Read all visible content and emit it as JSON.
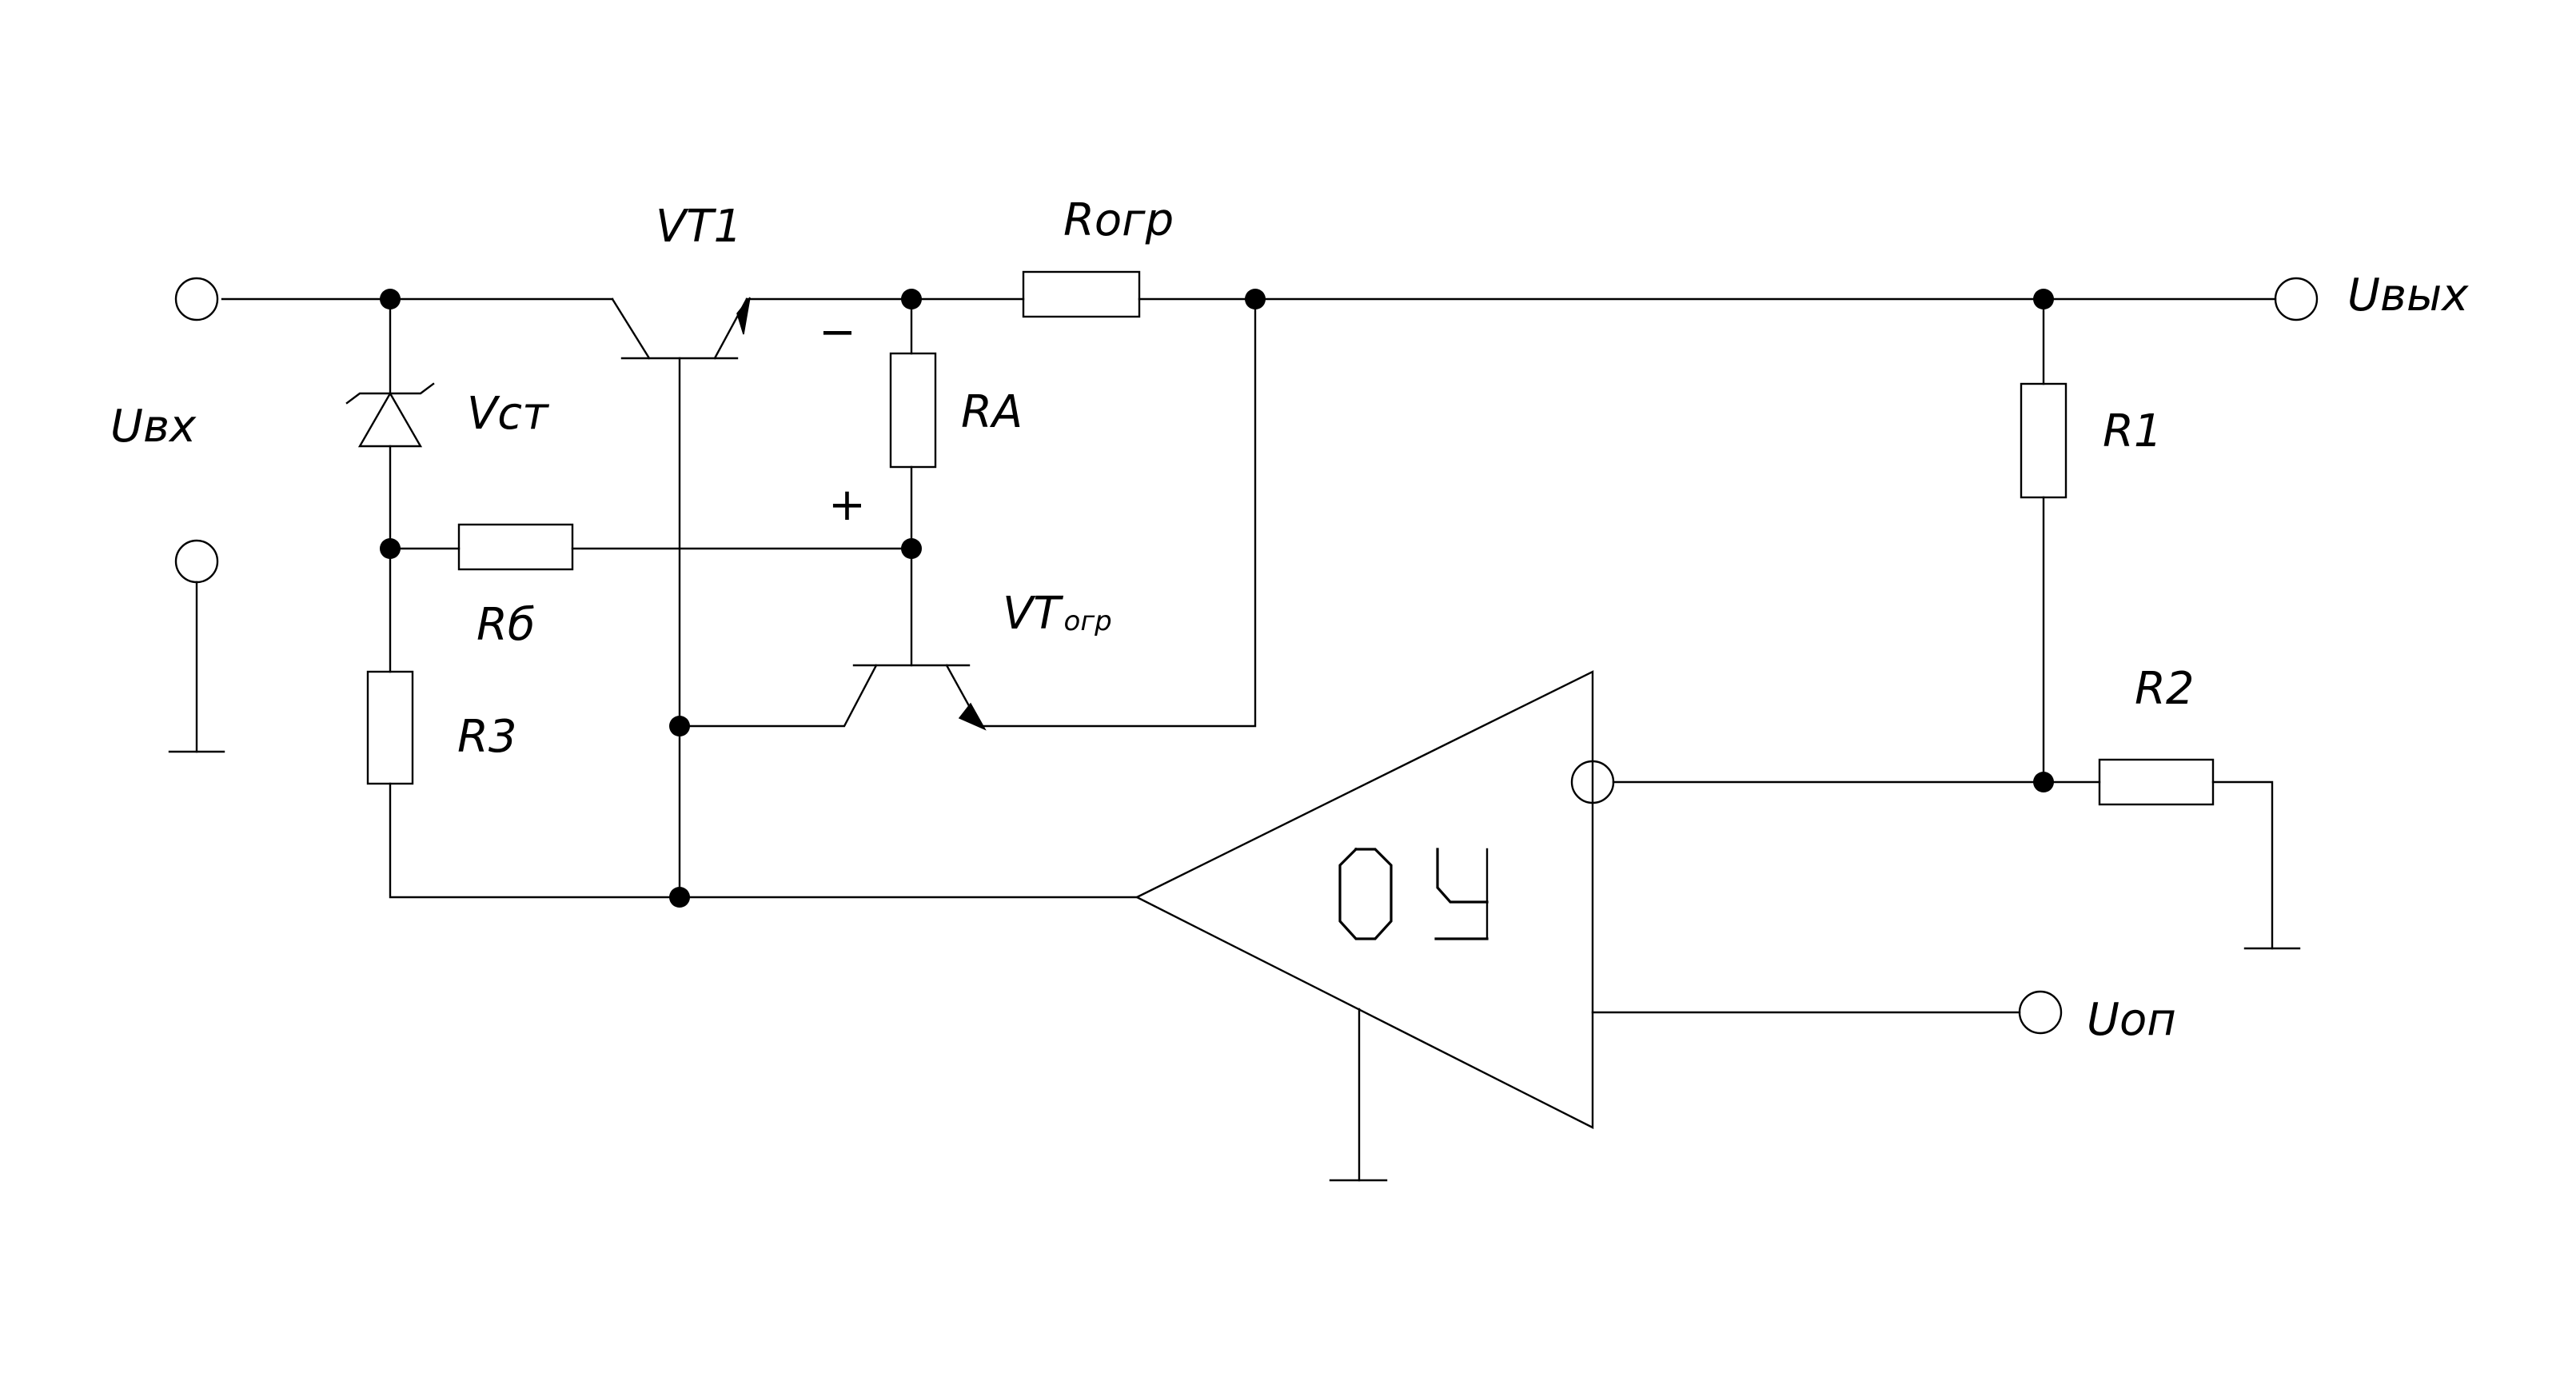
{
  "diagram": {
    "input_terminal": {
      "label": "Uвх"
    },
    "output_terminal": {
      "label": "Uвых"
    },
    "reference_terminal": {
      "label": "Uоп"
    },
    "transistor_vt1": {
      "label": "VT1"
    },
    "transistor_vt_limit": {
      "label": "VT",
      "sub": "огр"
    },
    "zener_diode": {
      "label": "Vcт"
    },
    "resistors": {
      "r_limit": "Rогр",
      "r_a": "RА",
      "r_b": "Rб",
      "r3": "R3",
      "r1": "R1",
      "r2": "R2"
    },
    "polarity": {
      "minus": "−",
      "plus": "+"
    },
    "opamp": {
      "label": "ОУ"
    }
  }
}
